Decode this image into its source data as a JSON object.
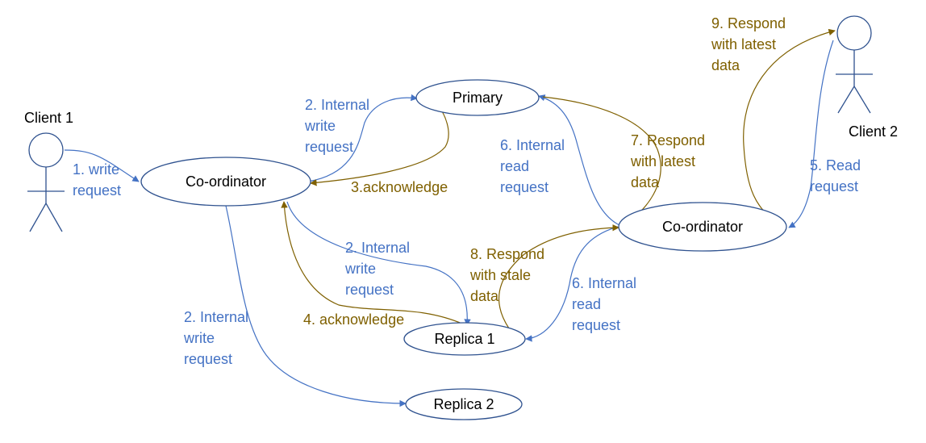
{
  "colors": {
    "request_blue": "#4472c4",
    "response_olive": "#7f6000",
    "node_border": "#2f528f"
  },
  "actors": {
    "client1": "Client 1",
    "client2": "Client 2"
  },
  "nodes": {
    "coordinator_left": "Co-ordinator",
    "primary": "Primary",
    "coordinator_right": "Co-ordinator",
    "replica1": "Replica 1",
    "replica2": "Replica 2"
  },
  "edge_labels": {
    "write_request": [
      "1. write",
      "request"
    ],
    "internal_write_primary": [
      "2. Internal",
      "write",
      "request"
    ],
    "acknowledge_primary": [
      "3.acknowledge"
    ],
    "internal_write_replica1": [
      "2. Internal",
      "write",
      "request"
    ],
    "acknowledge_replica1": [
      "4. acknowledge"
    ],
    "internal_write_replica2": [
      "2. Internal",
      "write",
      "request"
    ],
    "read_request": [
      "5. Read",
      "request"
    ],
    "internal_read_primary": [
      "6. Internal",
      "read",
      "request"
    ],
    "internal_read_replica1": [
      "6. Internal",
      "read",
      "request"
    ],
    "respond_latest_primary": [
      "7. Respond",
      "with latest",
      "data"
    ],
    "respond_stale": [
      "8. Respond",
      "with stale",
      "data"
    ],
    "respond_latest_client": [
      "9. Respond",
      "with latest",
      "data"
    ]
  }
}
